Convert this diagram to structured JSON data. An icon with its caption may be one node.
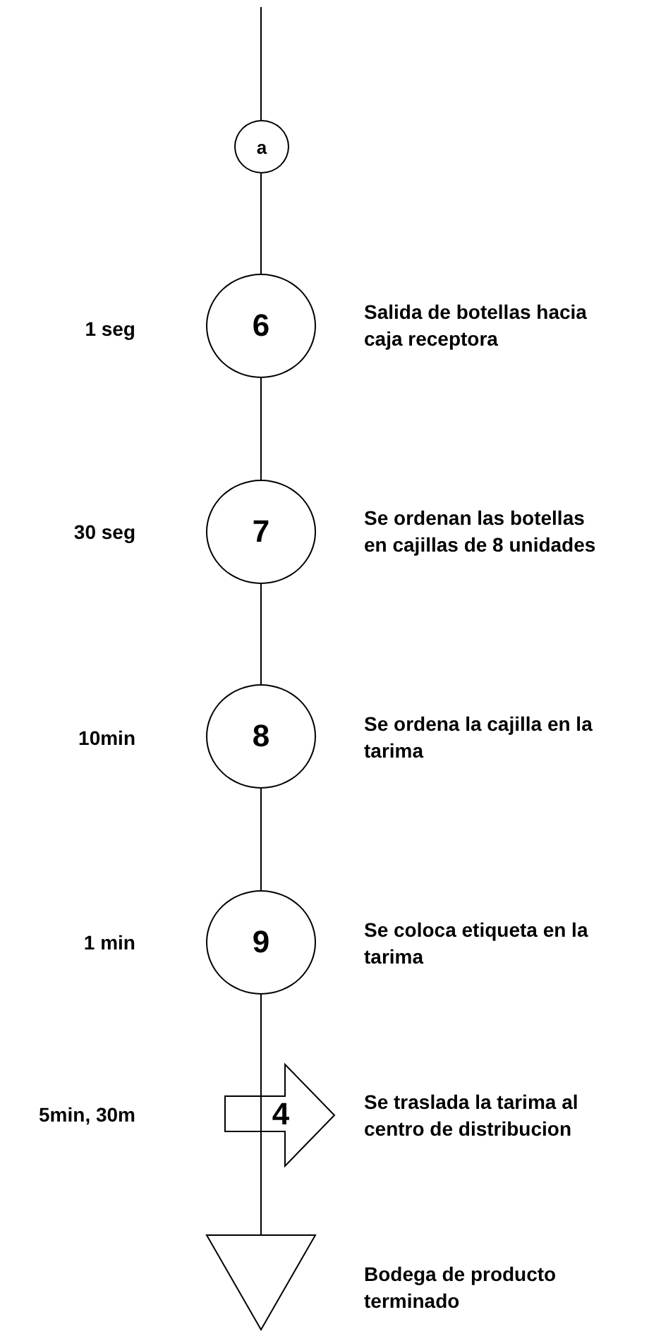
{
  "diagram": {
    "nodes": [
      {
        "text": [
          "a"
        ]
      },
      {
        "text": [
          "6"
        ],
        "beside": [
          "1 seg",
          "Salida de botellas hacia caja receptora"
        ]
      },
      {
        "text": [
          "7"
        ],
        "beside": [
          "30 seg",
          "Se ordenan las botellas en cajillas de 8 unidades"
        ]
      },
      {
        "text": [
          "8"
        ],
        "beside": [
          "10min",
          "Se ordena la cajilla en la tarima"
        ]
      },
      {
        "text": [
          "9"
        ],
        "beside": [
          "1 min",
          "Se coloca etiqueta en la tarima"
        ]
      },
      {
        "text": [
          "4"
        ],
        "beside": [
          "Se traslada la tarima al centro de distribucion"
        ]
      },
      {
        "text": [],
        "shape": "triangle",
        "beside": [
          "Bodega de producto terminado"
        ]
      }
    ],
    "edges": [
      {
        "from": null,
        "to": 0,
        "arrow": "none"
      },
      {
        "from": 0,
        "to": 1,
        "arrow": "none"
      },
      {
        "from": 1,
        "to": 2,
        "arrow": "none"
      },
      {
        "from": 2,
        "to": 3,
        "arrow": "none"
      },
      {
        "from": 3,
        "to": 4,
        "arrow": "none"
      },
      {
        "from": 4,
        "to": 5,
        "arrow": "none"
      },
      {
        "from": 5,
        "to": 6,
        "arrow": "none"
      }
    ],
    "labels": [
      "5min, 30m"
    ]
  }
}
